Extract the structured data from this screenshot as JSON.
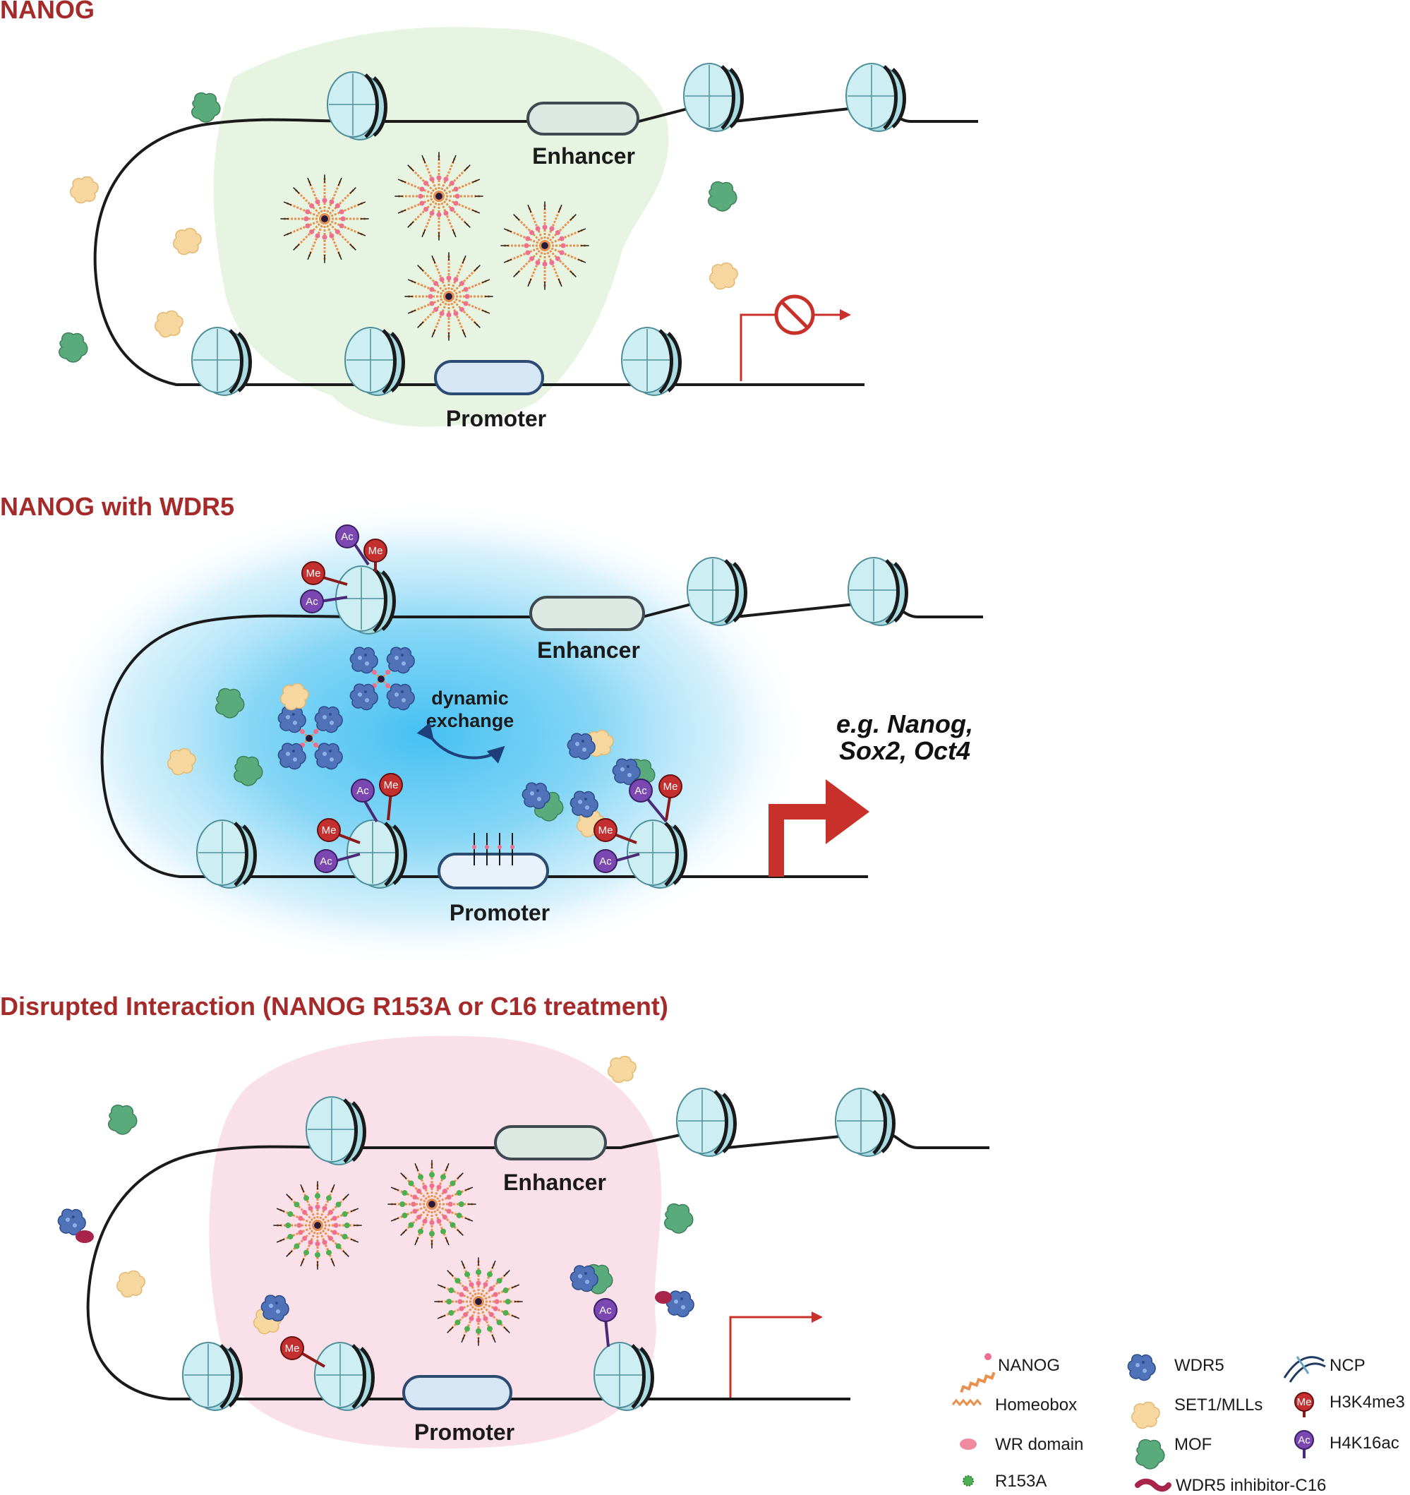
{
  "panels": [
    {
      "title": "NANOG",
      "enhancer": "Enhancer",
      "promoter": "Promoter"
    },
    {
      "title": "NANOG with WDR5",
      "enhancer": "Enhancer",
      "promoter": "Promoter",
      "exchange_line1": "dynamic",
      "exchange_line2": "exchange",
      "genes_line1": "e.g. Nanog,",
      "genes_line2": "Sox2, Oct4"
    },
    {
      "title": "Disrupted Interaction (NANOG R153A or C16 treatment)",
      "enhancer": "Enhancer",
      "promoter": "Promoter"
    }
  ],
  "marks": {
    "methyl": "Me",
    "acetyl": "Ac"
  },
  "legend": [
    {
      "label": "NANOG",
      "icon": "nanog-icon"
    },
    {
      "label": "WDR5",
      "icon": "wdr5-icon"
    },
    {
      "label": "NCP",
      "icon": "ncp-icon"
    },
    {
      "label": "Homeobox",
      "icon": "homeobox-icon"
    },
    {
      "label": "SET1/MLLs",
      "icon": "set1-mll-icon"
    },
    {
      "label": "H3K4me3",
      "icon": "h3k4me3-icon"
    },
    {
      "label": "WR domain",
      "icon": "wr-domain-icon"
    },
    {
      "label": "MOF",
      "icon": "mof-icon"
    },
    {
      "label": "H4K16ac",
      "icon": "h4k16ac-icon"
    },
    {
      "label": "R153A",
      "icon": "r153a-icon"
    },
    {
      "label": "WDR5 inhibitor-C16",
      "icon": "c16-inhibitor-icon"
    }
  ],
  "colors": {
    "title": "#a52a2a",
    "panel1_bg": "#e6f3df",
    "panel2_glow": "#5cc8f2",
    "panel3_bg": "#f9dde6",
    "nucleosome": "#bfe6ec",
    "enhancer": "#dce9e3",
    "promoter": "#d5e6f5",
    "mof": "#5aab7c",
    "set1_mll": "#f7d7a0",
    "wdr5": "#4f72b8",
    "methyl": "#c43030",
    "acetyl": "#7a48b0",
    "arrow": "#c8302a",
    "homeobox": "#e8904c",
    "wr_domain": "#ef6f8e"
  }
}
